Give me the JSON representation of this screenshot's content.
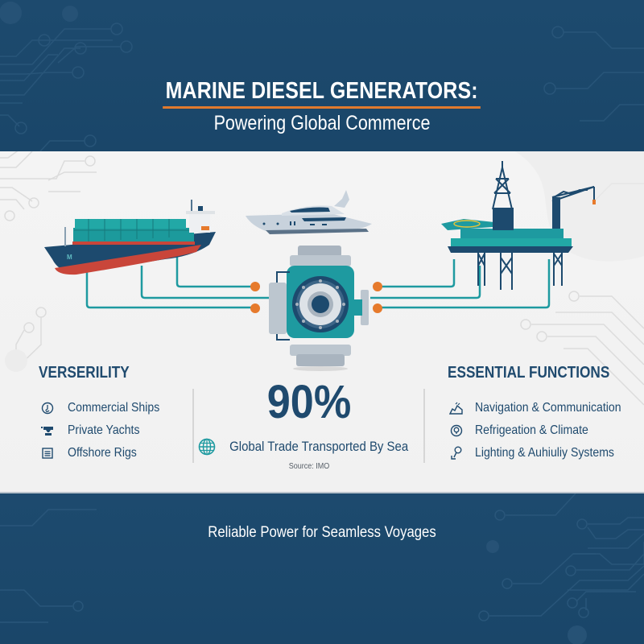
{
  "header": {
    "title": "MARINE DIESEL GENERATORS:",
    "subtitle": "Powering Global Commerce"
  },
  "illustration": {
    "vessels": [
      {
        "name": "Container Ship",
        "icon": "container-ship-icon"
      },
      {
        "name": "Private Yacht",
        "icon": "yacht-icon"
      },
      {
        "name": "Offshore Oil Rig",
        "icon": "oil-rig-icon"
      }
    ],
    "center": {
      "name": "Marine Diesel Generator",
      "icon": "generator-icon"
    }
  },
  "versatility": {
    "heading": "VERSERILITY",
    "items": [
      {
        "label": "Commercial Ships",
        "icon": "anchor-clock-icon"
      },
      {
        "label": "Private Yachts",
        "icon": "yacht-helm-icon"
      },
      {
        "label": "Offshore Rigs",
        "icon": "document-list-icon"
      }
    ]
  },
  "stat": {
    "value": "90%",
    "label": "Global Trade Transported By Sea",
    "icon": "globe-icon",
    "source": "Source: IMO"
  },
  "functions": {
    "heading": "ESSENTIAL FUNCTIONS",
    "items": [
      {
        "label": "Navigation & Communication",
        "icon": "navigation-icon"
      },
      {
        "label": "Refrigeation & Climate",
        "icon": "climate-icon"
      },
      {
        "label": "Lighting & Auhiuliy Systems",
        "icon": "lighting-icon"
      }
    ]
  },
  "footer": {
    "tagline": "Reliable Power for Seamless Voyages"
  },
  "colors": {
    "navy": "#1b476b",
    "text_navy": "#1f4a6e",
    "teal": "#1e9aa0",
    "orange": "#e67a2c",
    "hull_red": "#c9463a",
    "panel_bg": "#f2f2f2"
  }
}
